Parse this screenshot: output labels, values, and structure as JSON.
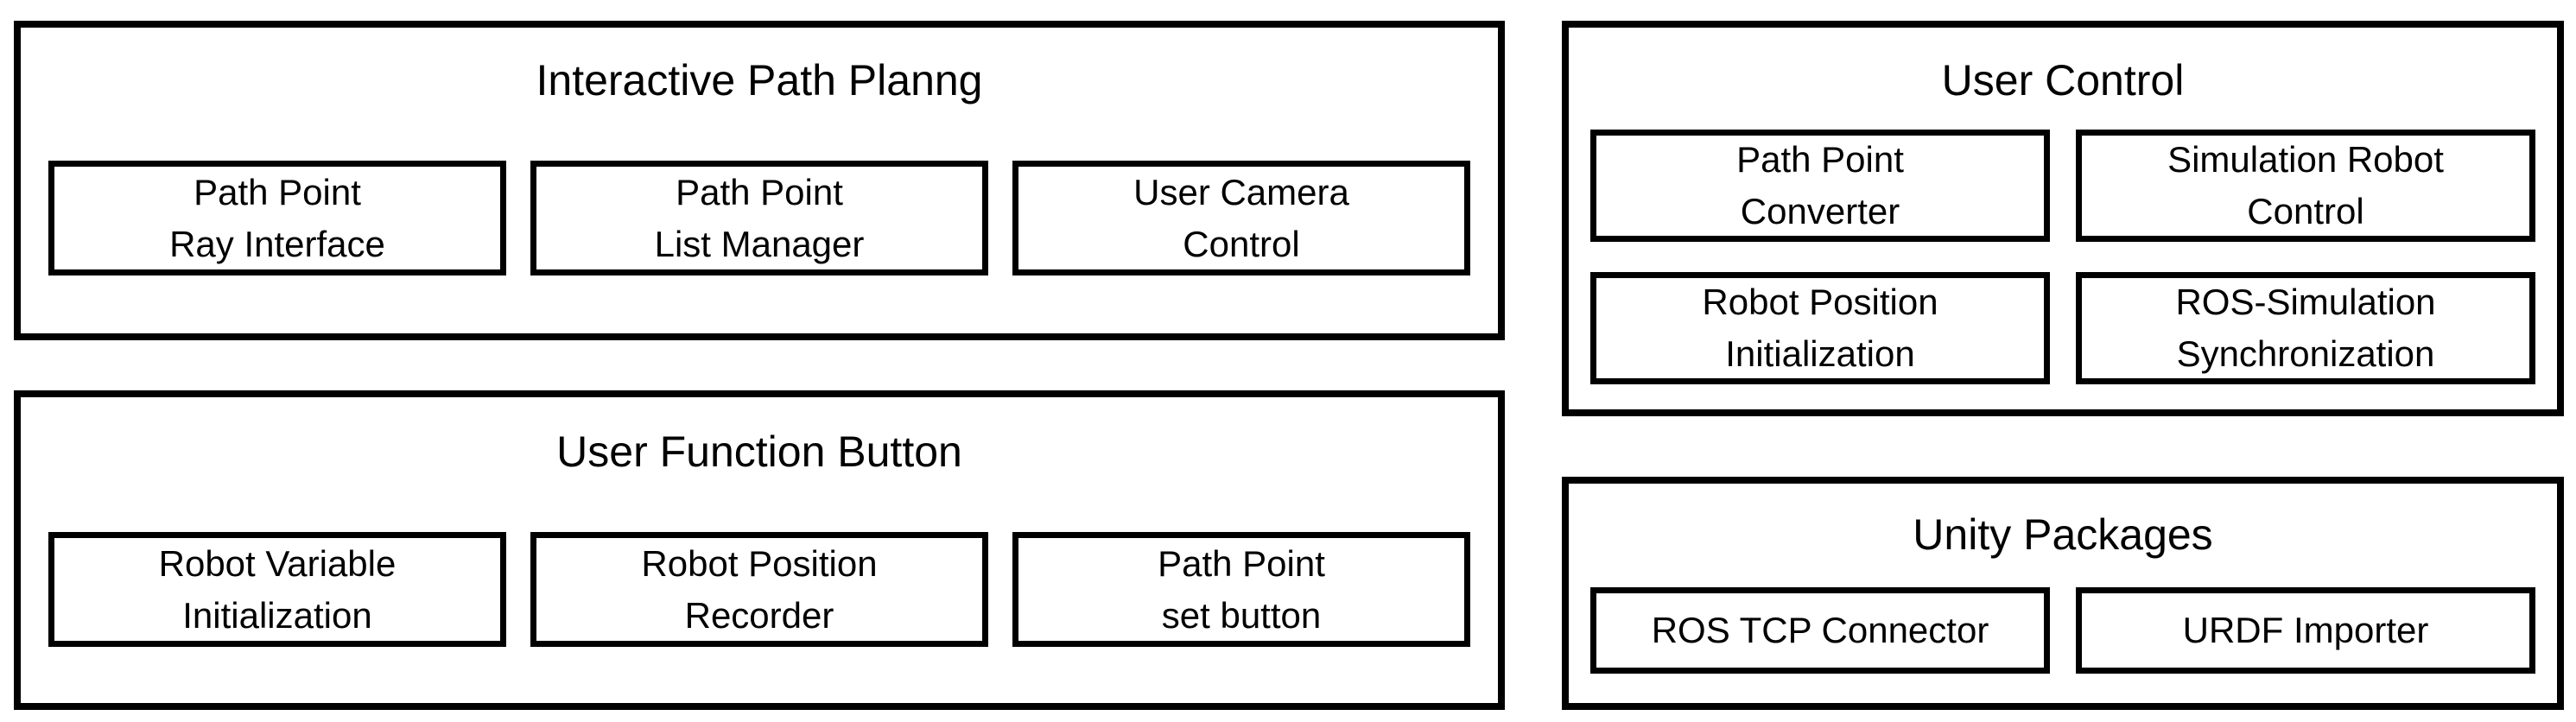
{
  "page": {
    "background": "#ffffff",
    "line_color": "#000000",
    "text_color": "#000000"
  },
  "groups": [
    {
      "id": "interactive-path-planning",
      "title": "Interactive Path Planng",
      "items": [
        {
          "label": "Path Point\nRay Interface"
        },
        {
          "label": "Path Point\nList Manager"
        },
        {
          "label": "User Camera\nControl"
        }
      ]
    },
    {
      "id": "user-function-button",
      "title": "User Function Button",
      "items": [
        {
          "label": "Robot Variable\nInitialization"
        },
        {
          "label": "Robot Position\nRecorder"
        },
        {
          "label": "Path Point\nset button"
        }
      ]
    },
    {
      "id": "user-control",
      "title": "User Control",
      "items": [
        {
          "label": "Path Point\nConverter"
        },
        {
          "label": "Simulation Robot\nControl"
        },
        {
          "label": "Robot Position\nInitialization"
        },
        {
          "label": "ROS-Simulation\nSynchronization"
        }
      ]
    },
    {
      "id": "unity-packages",
      "title": "Unity Packages",
      "items": [
        {
          "label": "ROS TCP Connector"
        },
        {
          "label": "URDF Importer"
        }
      ]
    }
  ]
}
